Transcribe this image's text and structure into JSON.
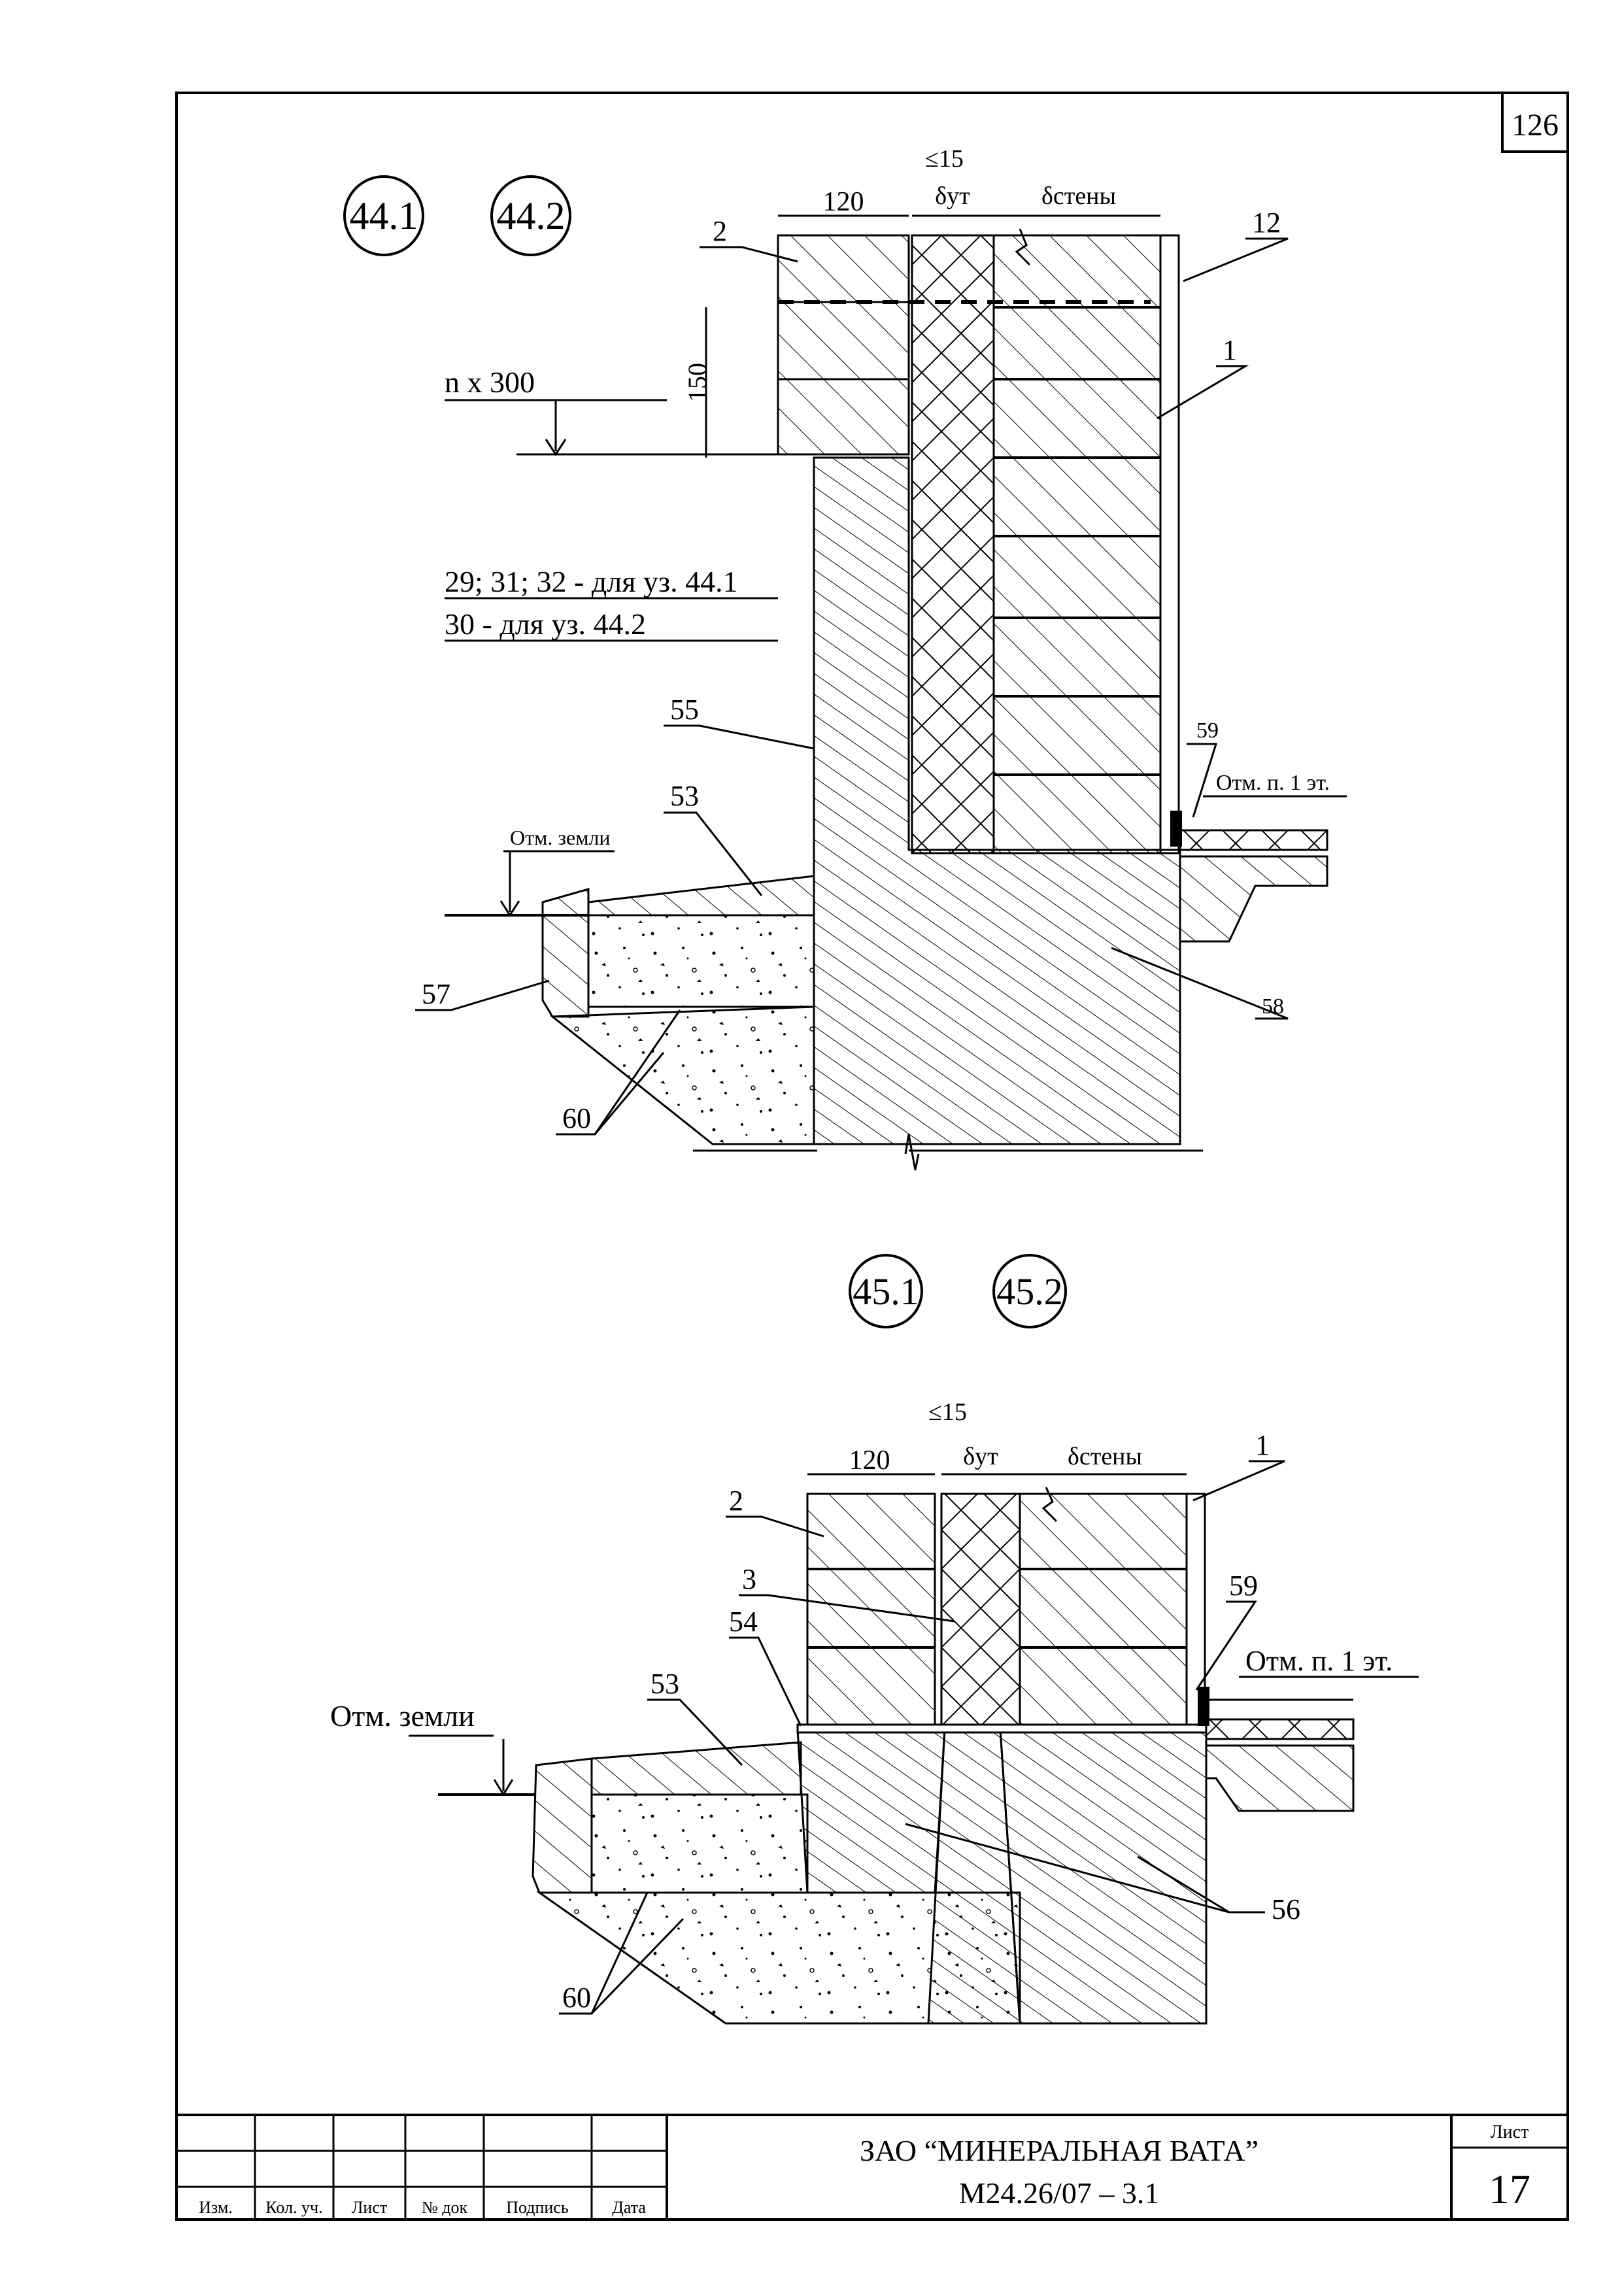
{
  "sheet": {
    "corner_number": "126",
    "company": "ЗАО “МИНЕРАЛЬНАЯ ВАТА”",
    "doc_code": "М24.26/07 – 3.1",
    "sheet_label": "Лист",
    "sheet_number": "17",
    "stamp_headers": [
      "Изм.",
      "Кол. уч.",
      "Лист",
      "№ док",
      "Подпись",
      "Дата"
    ]
  },
  "detail_top": {
    "node_a": "44.1",
    "node_b": "44.2",
    "dim_120": "120",
    "dim_15": "≤15",
    "dim_insul": "δут",
    "dim_wall": "δстены",
    "dim_150": "150",
    "label_n300": "n x 300",
    "note_1": "29; 31; 32 - для уз. 44.1",
    "note_2": "30 - для уз. 44.2",
    "label_ground": "Отм. земли",
    "label_floor": "Отм. п. 1 эт.",
    "callouts": [
      "2",
      "12",
      "1",
      "55",
      "53",
      "57",
      "60",
      "58",
      "59"
    ]
  },
  "detail_bottom": {
    "node_a": "45.1",
    "node_b": "45.2",
    "dim_120": "120",
    "dim_15": "≤15",
    "dim_insul": "δут",
    "dim_wall": "δстены",
    "label_ground": "Отм. земли",
    "label_floor": "Отм. п. 1 эт.",
    "callouts": [
      "2",
      "1",
      "3",
      "54",
      "53",
      "59",
      "56",
      "60"
    ]
  }
}
